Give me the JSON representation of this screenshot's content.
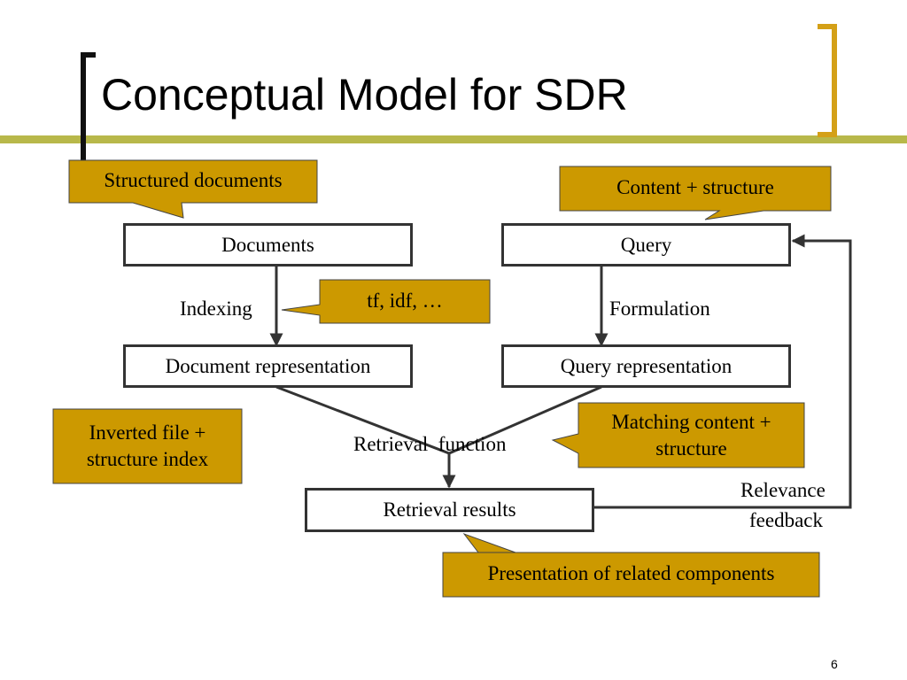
{
  "slide": {
    "title": "Conceptual Model for SDR",
    "page_number": "6"
  },
  "colors": {
    "accent": "#b8b84a",
    "callout_fill": "#cc9900",
    "bracket": "#d4a017",
    "box_border": "#333333"
  },
  "nodes": {
    "documents": "Documents",
    "query": "Query",
    "document_representation": "Document representation",
    "query_representation": "Query representation",
    "retrieval_results": "Retrieval results"
  },
  "edge_labels": {
    "indexing": "Indexing",
    "formulation": "Formulation",
    "retrieval_function": "Retrieval  function",
    "relevance_feedback_line1": "Relevance",
    "relevance_feedback_line2": "feedback"
  },
  "callouts": {
    "structured_documents": "Structured documents",
    "content_structure": "Content + structure",
    "tf_idf": "tf, idf, …",
    "inverted_file_line1": "Inverted file +",
    "inverted_file_line2": "structure index",
    "matching_line1": "Matching content +",
    "matching_line2": "structure",
    "presentation": "Presentation of related components"
  }
}
